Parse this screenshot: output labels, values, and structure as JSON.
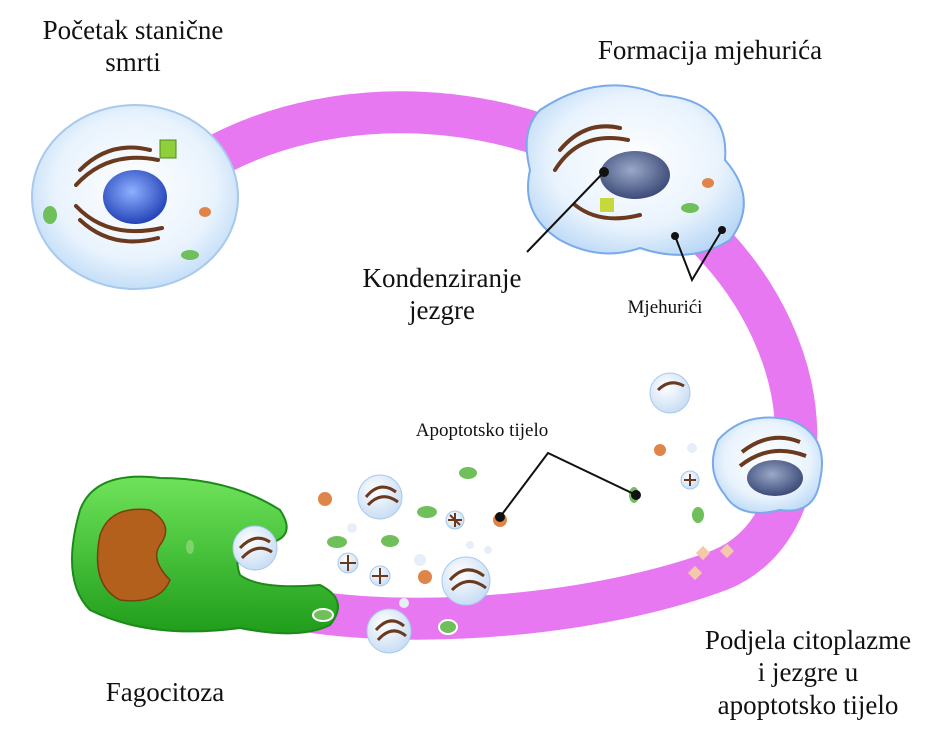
{
  "labels": {
    "pocetak_line1": "Početak stanične",
    "pocetak_line2": "smrti",
    "formacija": "Formacija mjehurića",
    "kondenziranje_line1": "Kondenziranje",
    "kondenziranje_line2": "jezgre",
    "mjehurici": "Mjehurići",
    "apoptotsko": "Apoptotsko tijelo",
    "podjela_line1": "Podjela citoplazme",
    "podjela_line2": "i jezgre u",
    "podjela_line3": "apoptotsko tijelo",
    "fagocitoza": "Fagocitoza"
  },
  "colors": {
    "pathway": "#e56cf0",
    "cell_membrane": "#cfe6fb",
    "nucleus": "#3b5fd6",
    "phagocyte": "#2fbf2a",
    "phagocyte_nucleus": "#b3601c",
    "golgi": "#6b3a1e",
    "mitochondria": "#6fbf5a"
  }
}
